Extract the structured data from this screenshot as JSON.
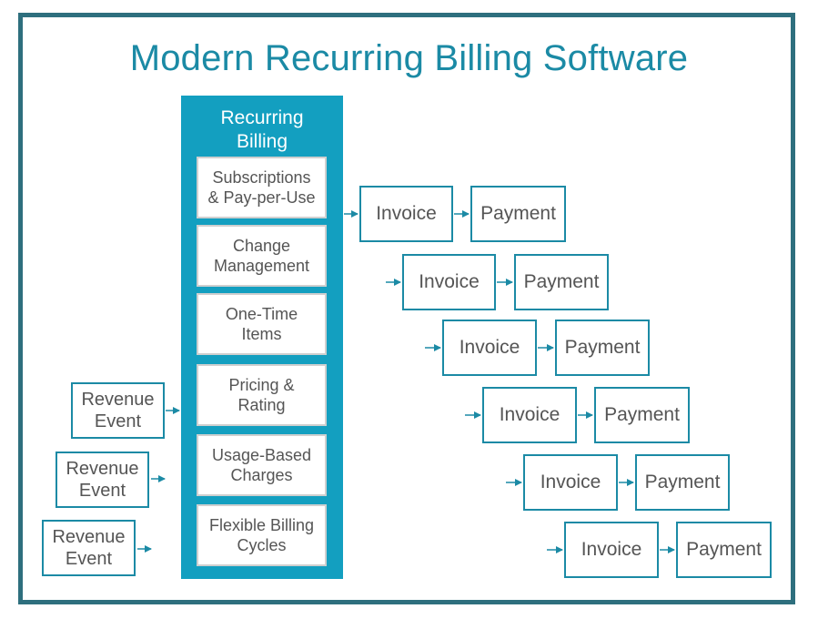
{
  "title": "Modern Recurring Billing Software",
  "recurring_billing": {
    "title_line1": "Recurring",
    "title_line2": "Billing",
    "features": [
      {
        "line1": "Subscriptions",
        "line2": "& Pay-per-Use"
      },
      {
        "line1": "Change",
        "line2": "Management"
      },
      {
        "line1": "One-Time",
        "line2": "Items"
      },
      {
        "line1": "Pricing &",
        "line2": "Rating"
      },
      {
        "line1": "Usage-Based",
        "line2": "Charges"
      },
      {
        "line1": "Flexible Billing",
        "line2": "Cycles"
      }
    ]
  },
  "revenue_events": [
    {
      "line1": "Revenue",
      "line2": "Event"
    },
    {
      "line1": "Revenue",
      "line2": "Event"
    },
    {
      "line1": "Revenue",
      "line2": "Event"
    }
  ],
  "flows": [
    {
      "invoice": "Invoice",
      "payment": "Payment"
    },
    {
      "invoice": "Invoice",
      "payment": "Payment"
    },
    {
      "invoice": "Invoice",
      "payment": "Payment"
    },
    {
      "invoice": "Invoice",
      "payment": "Payment"
    },
    {
      "invoice": "Invoice",
      "payment": "Payment"
    },
    {
      "invoice": "Invoice",
      "payment": "Payment"
    }
  ],
  "colors": {
    "frame": "#2e6f7e",
    "accent": "#1b8aa5",
    "panel": "#139fc0",
    "text": "#555555"
  }
}
